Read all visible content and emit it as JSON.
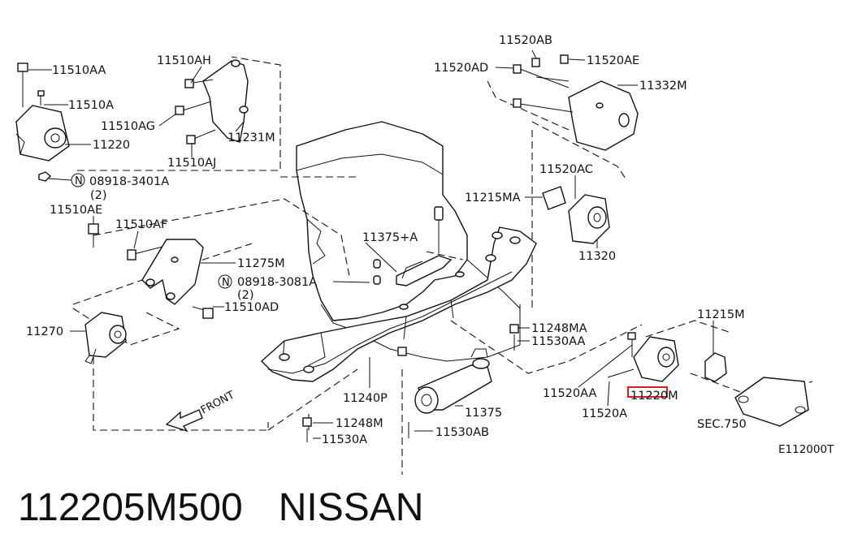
{
  "diagram": {
    "labels": {
      "l_11510AA": "11510AA",
      "l_11510A": "11510A",
      "l_11220": "11220",
      "l_08918_3401A": "08918-3401A",
      "l_qty_a": "(2)",
      "l_11510AH": "11510AH",
      "l_11510AG": "11510AG",
      "l_11510AJ": "11510AJ",
      "l_11231M": "11231M",
      "l_11520AB": "11520AB",
      "l_11520AD": "11520AD",
      "l_11520AE": "11520AE",
      "l_11332M": "11332M",
      "l_11520AC": "11520AC",
      "l_11215MA": "11215MA",
      "l_11320": "11320",
      "l_11510AE": "11510AE",
      "l_11510AF": "11510AF",
      "l_11275M": "11275M",
      "l_08918_3081A": "08918-3081A",
      "l_qty_b": "(2)",
      "l_11510AD": "11510AD",
      "l_11270": "11270",
      "l_11375A": "11375+A",
      "l_11248MA": "11248MA",
      "l_11530AA": "11530AA",
      "l_11215M": "11215M",
      "l_11520AA": "11520AA",
      "l_11220M": "11220M",
      "l_11520A": "11520A",
      "l_sec750": "SEC.750",
      "l_11240P": "11240P",
      "l_11375": "11375",
      "l_11248M": "11248M",
      "l_11530A": "11530A",
      "l_11530AB": "11530AB",
      "l_front": "FRONT",
      "l_n1": "N",
      "l_n2": "N"
    },
    "drawing_code": "E112000T",
    "highlight_color": "#e0191e"
  },
  "footer": {
    "part_number": "112205M500",
    "brand": "NISSAN"
  }
}
